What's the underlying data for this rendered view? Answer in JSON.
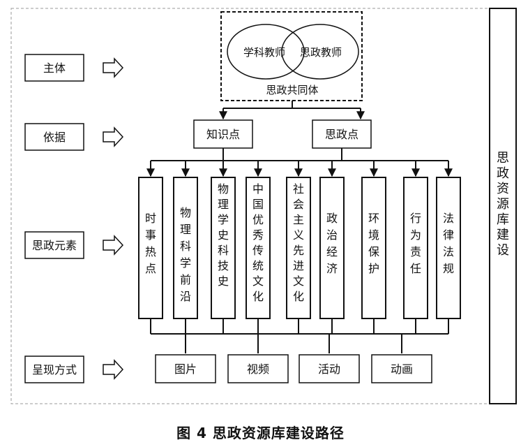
{
  "row_labels": {
    "subject": "主体",
    "basis": "依据",
    "elements": "思政元素",
    "forms": "呈现方式"
  },
  "subject": {
    "left_circle": "学科教师",
    "right_circle": "思政教师",
    "community": "思政共同体"
  },
  "basis": {
    "knowledge": "知识点",
    "ideology": "思政点"
  },
  "elements": [
    "时事热点",
    "物理科学前沿",
    "物理学史科技史",
    "中国优秀传统文化",
    "社会主义先进文化",
    "政治经济",
    "环境保护",
    "行为责任",
    "法律法规"
  ],
  "forms": [
    "图片",
    "视频",
    "活动",
    "动画"
  ],
  "side_label": "思政资源库建设",
  "caption": "图 4 思政资源库建设路径"
}
